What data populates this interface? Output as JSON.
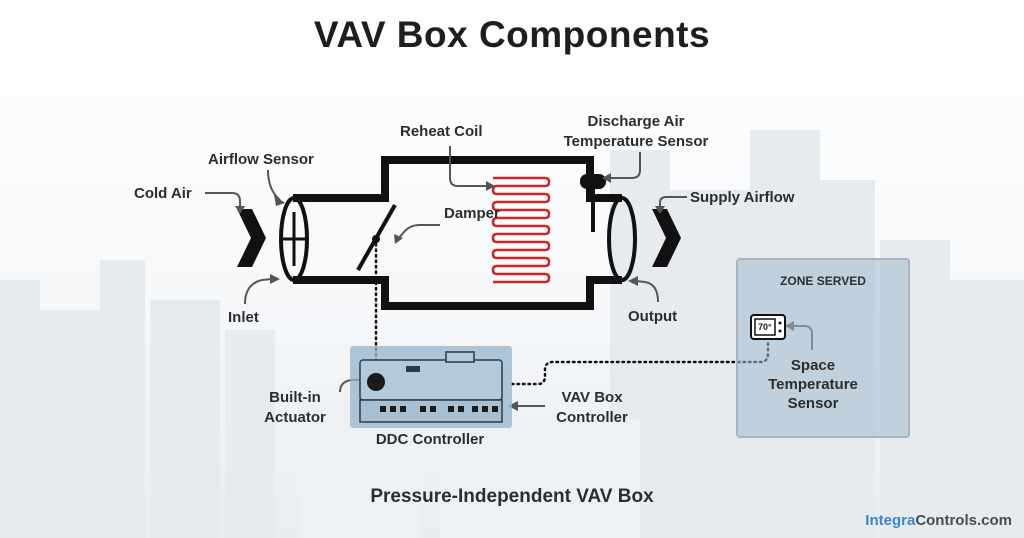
{
  "title": "VAV Box Components",
  "subtitle": "Pressure-Independent VAV Box",
  "brand": {
    "part1": "Integra",
    "part2": "Controls.com"
  },
  "labels": {
    "cold_air": "Cold Air",
    "airflow_sensor": "Airflow Sensor",
    "reheat_coil": "Reheat Coil",
    "discharge_line1": "Discharge Air",
    "discharge_line2": "Temperature Sensor",
    "supply_airflow": "Supply Airflow",
    "damper": "Damper",
    "inlet": "Inlet",
    "output": "Output",
    "built_in_line1": "Built-in",
    "built_in_line2": "Actuator",
    "vav_ctrl_line1": "VAV Box",
    "vav_ctrl_line2": "Controller",
    "ddc_controller": "DDC Controller",
    "zone_served": "ZONE SERVED",
    "space_line1": "Space",
    "space_line2": "Temperature",
    "space_line3": "Sensor"
  },
  "thermostat": {
    "reading": "70°"
  },
  "colors": {
    "duct": "#111111",
    "coil": "#c82828",
    "zone_fill": "#a9bfd1",
    "ddc_fill": "#96b4cd",
    "brand_blue": "#3a86c8"
  }
}
